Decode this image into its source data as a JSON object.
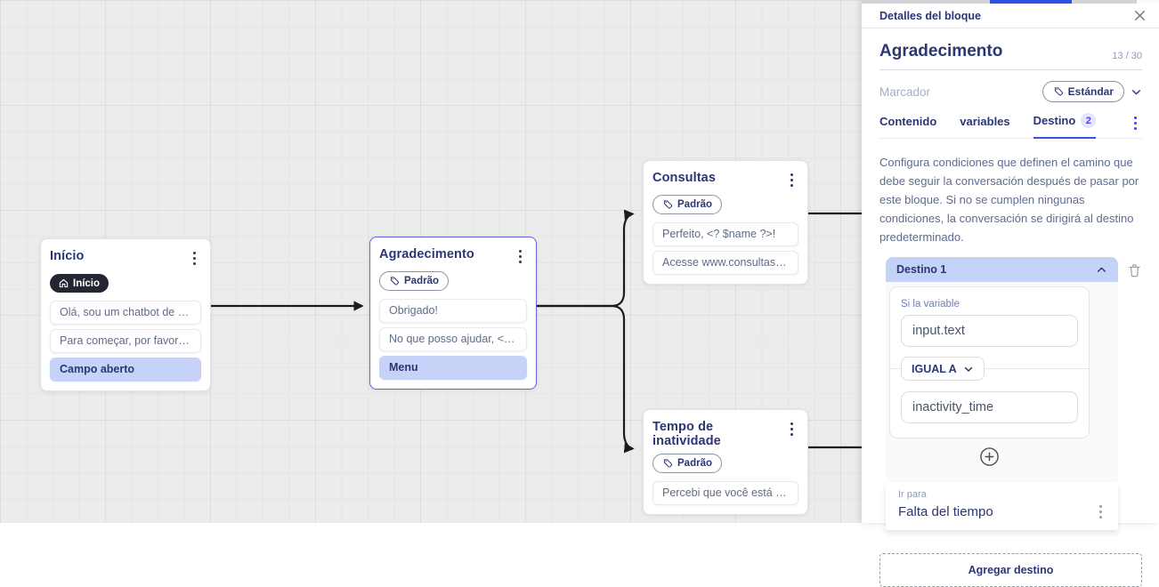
{
  "colors": {
    "navy_text": "#2b3674",
    "accent_blue": "#3a50e0",
    "highlight_row": "#c6d2f8",
    "destination_header": "#c3d2f7",
    "dark_badge": "#232731",
    "selected_node_border": "#6163dd",
    "edge": "#1a1c21",
    "canvas_bg": "#ececec"
  },
  "canvas": {
    "nodes": [
      {
        "title": "Início",
        "badge": {
          "label": "Início",
          "icon": "home"
        },
        "messages": [
          {
            "text": "Olá, sou um chatbot de teste!"
          },
          {
            "text": "Para começar, por favor digite o ..."
          },
          {
            "text": "Campo aberto"
          }
        ]
      },
      {
        "title": "Agradecimento",
        "badge": {
          "label": "Padrão",
          "icon": "tag"
        },
        "messages": [
          {
            "text": "Obrigado!"
          },
          {
            "text": "No que posso ajudar, <? $name ..."
          },
          {
            "text": "Menu"
          }
        ]
      },
      {
        "title": "Consultas",
        "badge": {
          "label": "Padrão",
          "icon": "tag"
        },
        "messages": [
          {
            "text": "Perfeito, <? $name ?>!"
          },
          {
            "text": "Acesse www.consultas.com par..."
          }
        ]
      },
      {
        "title": "Tempo de inatividade",
        "badge": {
          "label": "Padrão",
          "icon": "tag"
        },
        "messages": [
          {
            "text": "Percebi que você está inativo. C..."
          }
        ]
      }
    ]
  },
  "panel": {
    "header": {
      "title": "Detalles del bloque"
    },
    "block": {
      "name": "Agradecimento",
      "char_count": "13 / 30"
    },
    "marker": {
      "label": "Marcador",
      "value": "Estándar"
    },
    "tabs": [
      {
        "label": "Contenido"
      },
      {
        "label": "variables"
      },
      {
        "label": "Destino",
        "badge": "2"
      }
    ],
    "description": "Configura condiciones que definen el camino que debe seguir la conversación después de pasar por este bloque. Si no se cumplen ningunas condiciones, la conversación se dirigirá al destino predeterminado.",
    "destination": {
      "header": "Destino 1",
      "condition": {
        "label": "Si la variable",
        "variable": "input.text",
        "operator": "IGUAL A",
        "value": "inactivity_time"
      },
      "go_to": {
        "label": "Ir para",
        "value": "Falta del tiempo"
      }
    },
    "add_destination_label": "Agregar destino"
  }
}
